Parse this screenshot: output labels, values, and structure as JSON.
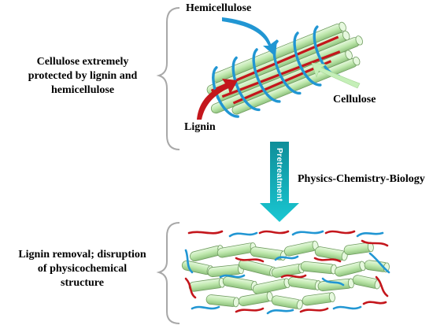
{
  "top_section": {
    "description_lines": [
      "Cellulose extremely",
      "protected by lignin and",
      "hemicellulose"
    ],
    "labels": {
      "hemicellulose": "Hemicellulose",
      "cellulose": "Cellulose",
      "lignin": "Lignin"
    }
  },
  "process": {
    "arrow_label": "Pretreatment",
    "methods": "Physics-Chemistry-Biology"
  },
  "bottom_section": {
    "description_lines": [
      "Lignin removal; disruption",
      "of physicochemical",
      "structure"
    ]
  },
  "colors": {
    "cellulose": "#c5efb8",
    "cellulose_edge": "#6f9c5f",
    "hemicellulose": "#2196d3",
    "lignin": "#c4161c",
    "pretreatment_arrow": "#16b8c4",
    "brace": "#a8a8a8"
  }
}
